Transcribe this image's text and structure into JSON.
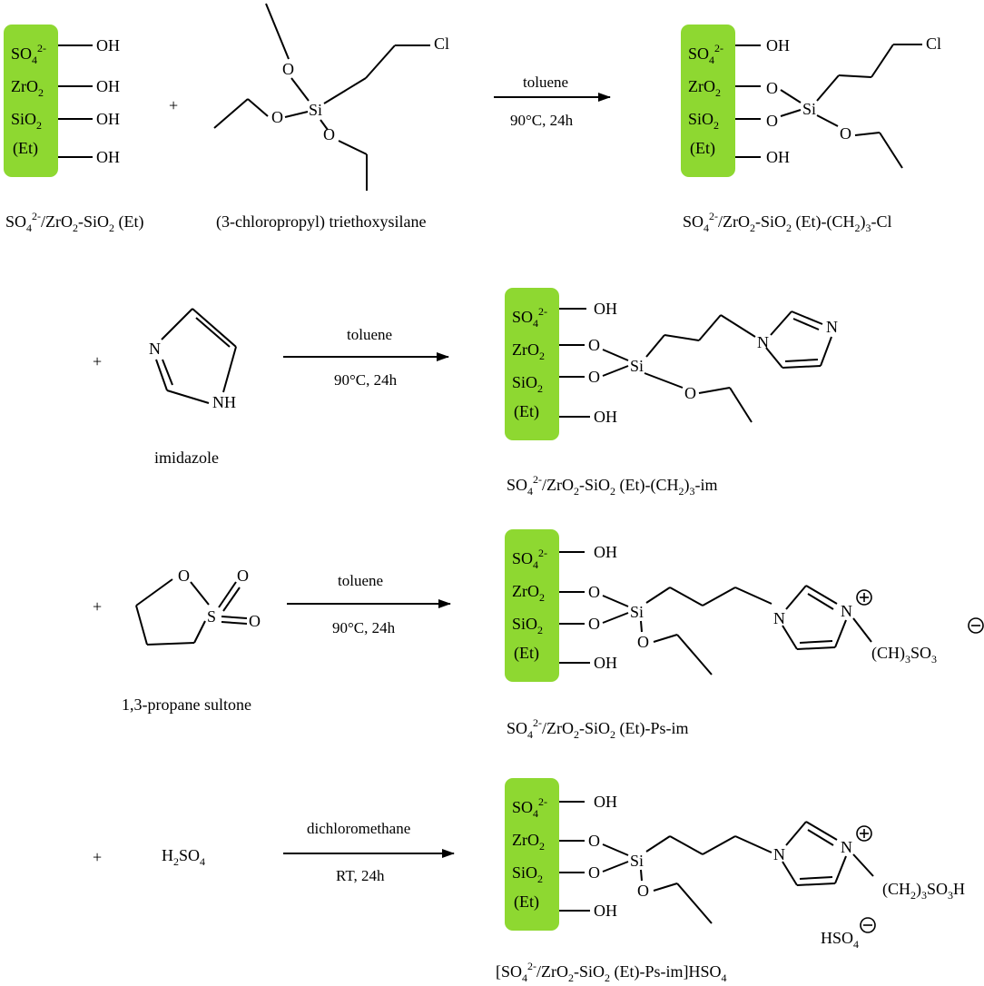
{
  "colors": {
    "support_box": "#8ed831",
    "ink": "#000000"
  },
  "support_layers": {
    "sulfate": "SO",
    "sulfate_sub": "4",
    "sulfate_sup": "2-",
    "zirconia": "ZrO",
    "zirconia_sub": "2",
    "silica": "SiO",
    "silica_sub": "2",
    "ethyl": "(Et)"
  },
  "atoms": {
    "oh": "OH",
    "o": "O",
    "si": "Si",
    "cl": "Cl",
    "n": "N",
    "nh": "NH",
    "s": "S",
    "plus": "+",
    "minus": "−"
  },
  "fragments": {
    "ch3so3_a": "(CH)",
    "ch3so3_b": "3",
    "ch3so3_c": "SO",
    "ch3so3_d": "3",
    "ch2so3h_a": "(CH",
    "ch2so3h_b": "2",
    "ch2so3h_c": ")",
    "ch2so3h_d": "3",
    "ch2so3h_e": "SO",
    "ch2so3h_f": "3",
    "ch2so3h_g": "H",
    "hso4_a": "HSO",
    "hso4_b": "4",
    "h2so4_a": "H",
    "h2so4_b": "2",
    "h2so4_c": "SO",
    "h2so4_d": "4"
  },
  "reagents": {
    "imidazole": "imidazole",
    "sultone": "1,3-propane sultone",
    "chlorosilane": "(3-chloropropyl) triethoxysilane"
  },
  "steps": [
    {
      "solvent": "toluene",
      "conditions": "90°C, 24h"
    },
    {
      "solvent": "toluene",
      "conditions": "90°C, 24h"
    },
    {
      "solvent": "toluene",
      "conditions": "90°C, 24h"
    },
    {
      "solvent": "dichloromethane",
      "conditions": "RT, 24h"
    }
  ],
  "product_labels": {
    "p0_a": "SO",
    "p0_b": "4",
    "p0_c": "2-",
    "p0_d": "/ZrO",
    "p0_e": "2",
    "p0_f": "-SiO",
    "p0_g": "2",
    "p0_h": " (Et)",
    "p1_a": "SO",
    "p1_b": "4",
    "p1_c": "2-",
    "p1_d": "/ZrO",
    "p1_e": "2",
    "p1_f": "-SiO",
    "p1_g": "2",
    "p1_h": " (Et)-(CH",
    "p1_i": "2",
    "p1_j": ")",
    "p1_k": "3",
    "p1_l": "-Cl",
    "p2_a": "SO",
    "p2_b": "4",
    "p2_c": "2-",
    "p2_d": "/ZrO",
    "p2_e": "2",
    "p2_f": "-SiO",
    "p2_g": "2",
    "p2_h": " (Et)-(CH",
    "p2_i": "2",
    "p2_j": ")",
    "p2_k": "3",
    "p2_l": "-im",
    "p3_a": "SO",
    "p3_b": "4",
    "p3_c": "2-",
    "p3_d": "/ZrO",
    "p3_e": "2",
    "p3_f": "-SiO",
    "p3_g": "2",
    "p3_h": " (Et)-Ps-im",
    "p4_a": "[SO",
    "p4_b": "4",
    "p4_c": "2-",
    "p4_d": "/ZrO",
    "p4_e": "2",
    "p4_f": "-SiO",
    "p4_g": "2",
    "p4_h": " (Et)-Ps-im]HSO",
    "p4_i": "4"
  }
}
